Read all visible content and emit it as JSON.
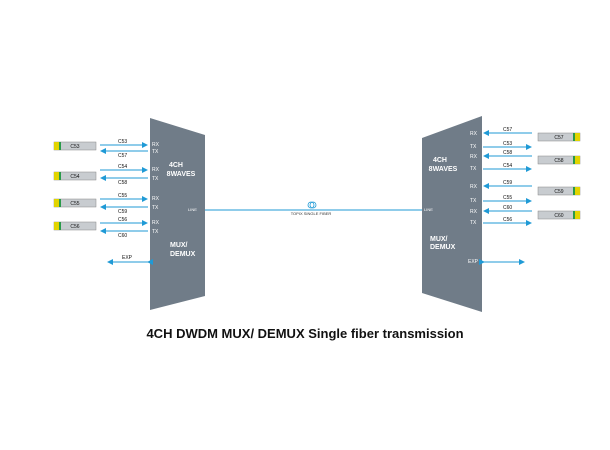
{
  "caption": "4CH DWDM MUX/ DEMUX Single fiber transmission",
  "colors": {
    "device": "#707c88",
    "arrow": "#1f9ad6",
    "sfp_body": "#c8ccd0",
    "sfp_tab": "#e2d400",
    "sfp_tip": "#2a9a4a",
    "text": "#111111",
    "device_text": "#ffffff"
  },
  "left_device": {
    "title_line1": "4CH",
    "title_line2": "8WAVES",
    "mux_line1": "MUX/",
    "mux_line2": "DEMUX",
    "line_label": "LINE",
    "ports": [
      "RX",
      "TX",
      "RX",
      "TX",
      "RX",
      "TX",
      "RX",
      "TX"
    ],
    "modules": [
      "C53",
      "C54",
      "C55",
      "C56"
    ],
    "arrow_labels": [
      "C53",
      "C57",
      "C54",
      "C58",
      "C55",
      "C59",
      "C56",
      "C60"
    ],
    "exp_label": "EXP"
  },
  "right_device": {
    "title_line1": "4CH",
    "title_line2": "8WAVES",
    "mux_line1": "MUX/",
    "mux_line2": "DEMUX",
    "line_label": "LINE",
    "ports": [
      "RX",
      "TX",
      "RX",
      "TX",
      "RX",
      "TX",
      "RX",
      "TX"
    ],
    "modules": [
      "C57",
      "C58",
      "C59",
      "C60"
    ],
    "arrow_labels": [
      "C57",
      "C53",
      "C58",
      "C54",
      "C59",
      "C55",
      "C60",
      "C56"
    ],
    "exp_label": "EXP"
  },
  "fiber_label": "TOPIX SINGLE FIBER"
}
